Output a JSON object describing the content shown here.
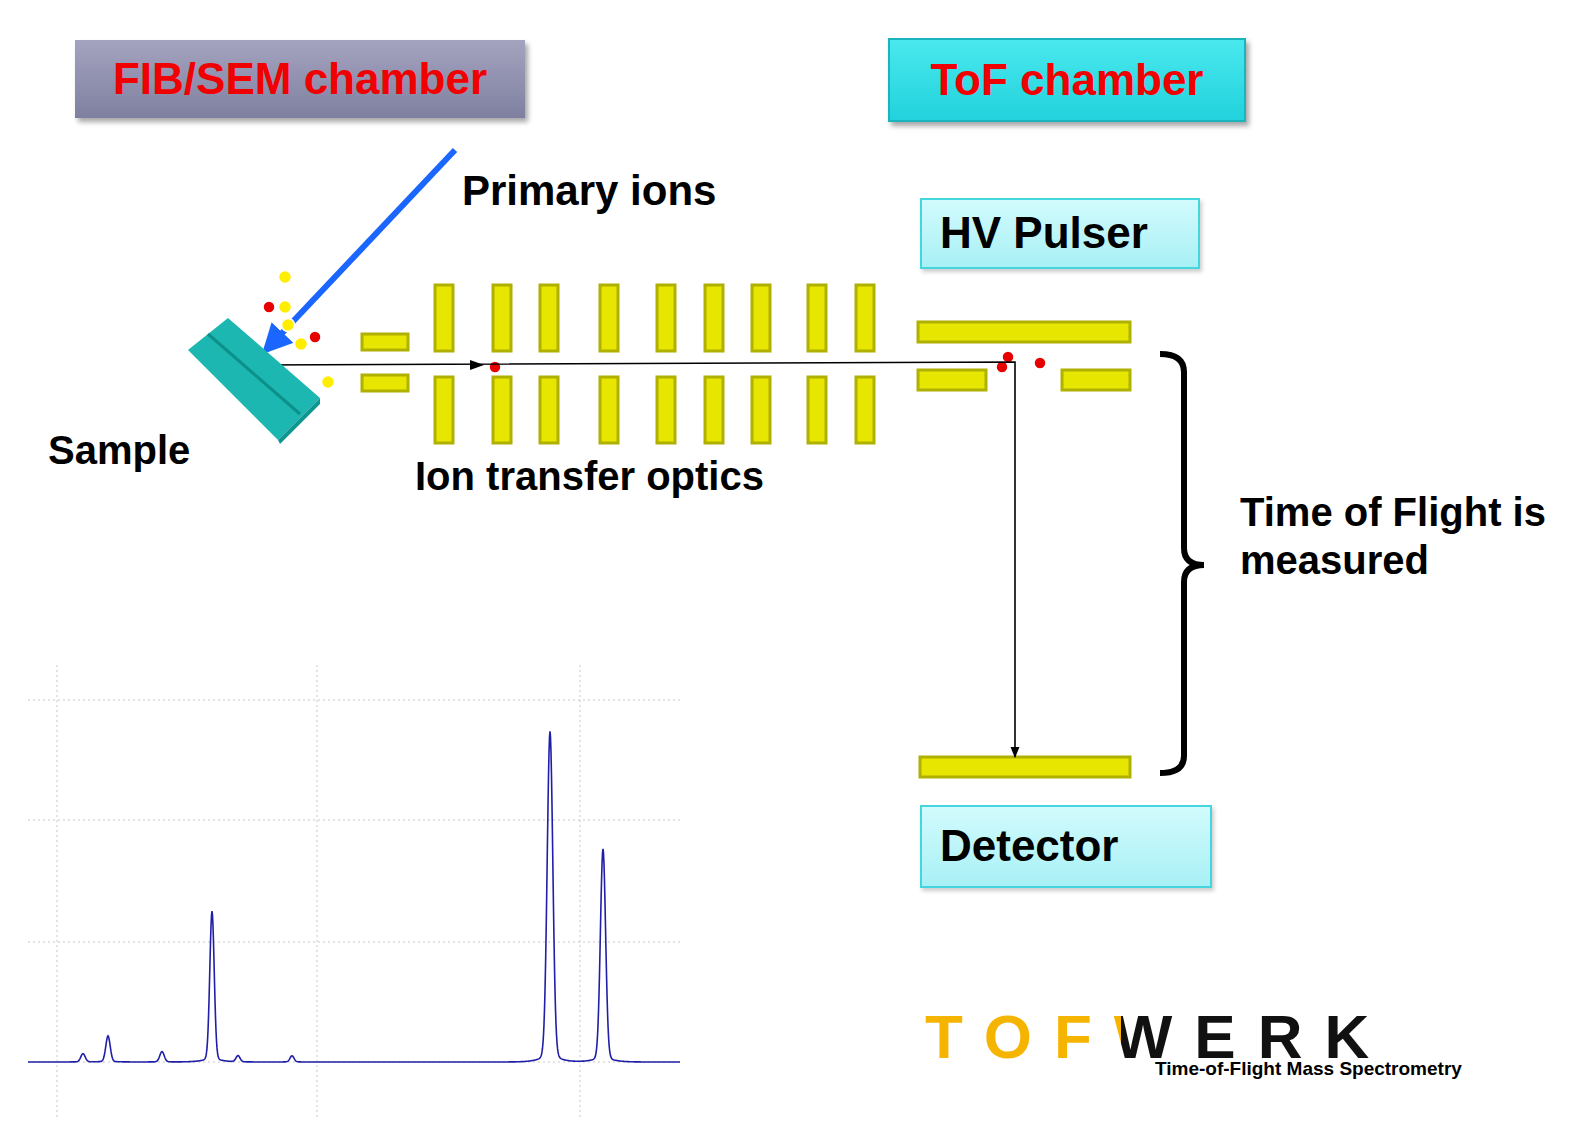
{
  "diagram": {
    "nodes": [
      {
        "text": [
          "FIB/SEM chamber"
        ]
      },
      {
        "text": [
          "Sample"
        ],
        "in": 0
      },
      {
        "text": [
          "ToF chamber"
        ]
      },
      {
        "text": [
          "HV Pulser"
        ],
        "in": 2
      },
      {
        "text": [
          "Detector"
        ],
        "in": 2
      }
    ],
    "edges": [
      {
        "from": 1,
        "to": 4,
        "arrow": "to"
      }
    ],
    "labels": [
      "Primary ions",
      "Ion transfer optics",
      "Time of Flight is measured",
      "TOFWERK",
      "Time-of-Flight Mass Spectrometry"
    ]
  }
}
